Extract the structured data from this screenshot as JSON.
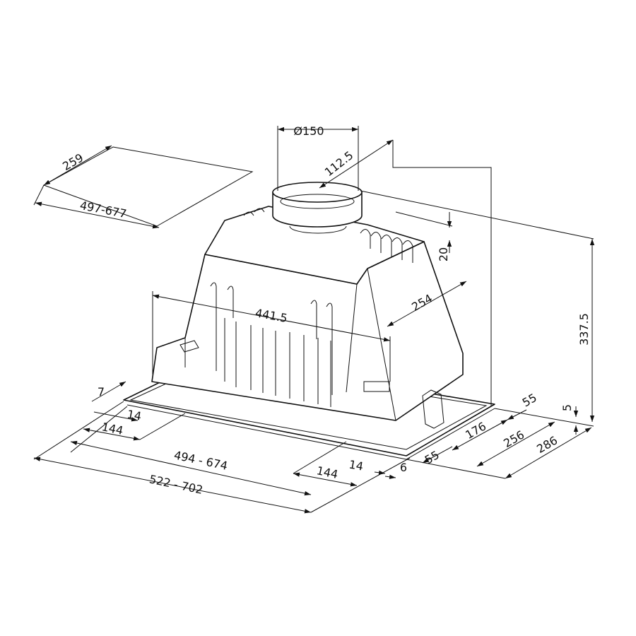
{
  "drawing": {
    "colors": {
      "line": "#111111",
      "background": "#ffffff"
    },
    "dimensions": {
      "duct_diameter": "Ø150",
      "duct_offset": "112.5",
      "cutout_depth": "259",
      "cutout_width": "497-677",
      "duct_height": "20",
      "total_height": "337.5",
      "body_depth": "254",
      "body_width": "441.5",
      "flange_left": "7",
      "left_inset_14": "14",
      "left_inset_144": "144",
      "inner_width": "494  -  674",
      "outer_width": "522  -  702",
      "right_inset_144": "144",
      "right_inset_14": "14",
      "flange_right": "6",
      "front_55": "55",
      "depth_176": "176",
      "depth_256": "256",
      "depth_286": "286",
      "back_55": "55",
      "frame_height": "5"
    }
  }
}
